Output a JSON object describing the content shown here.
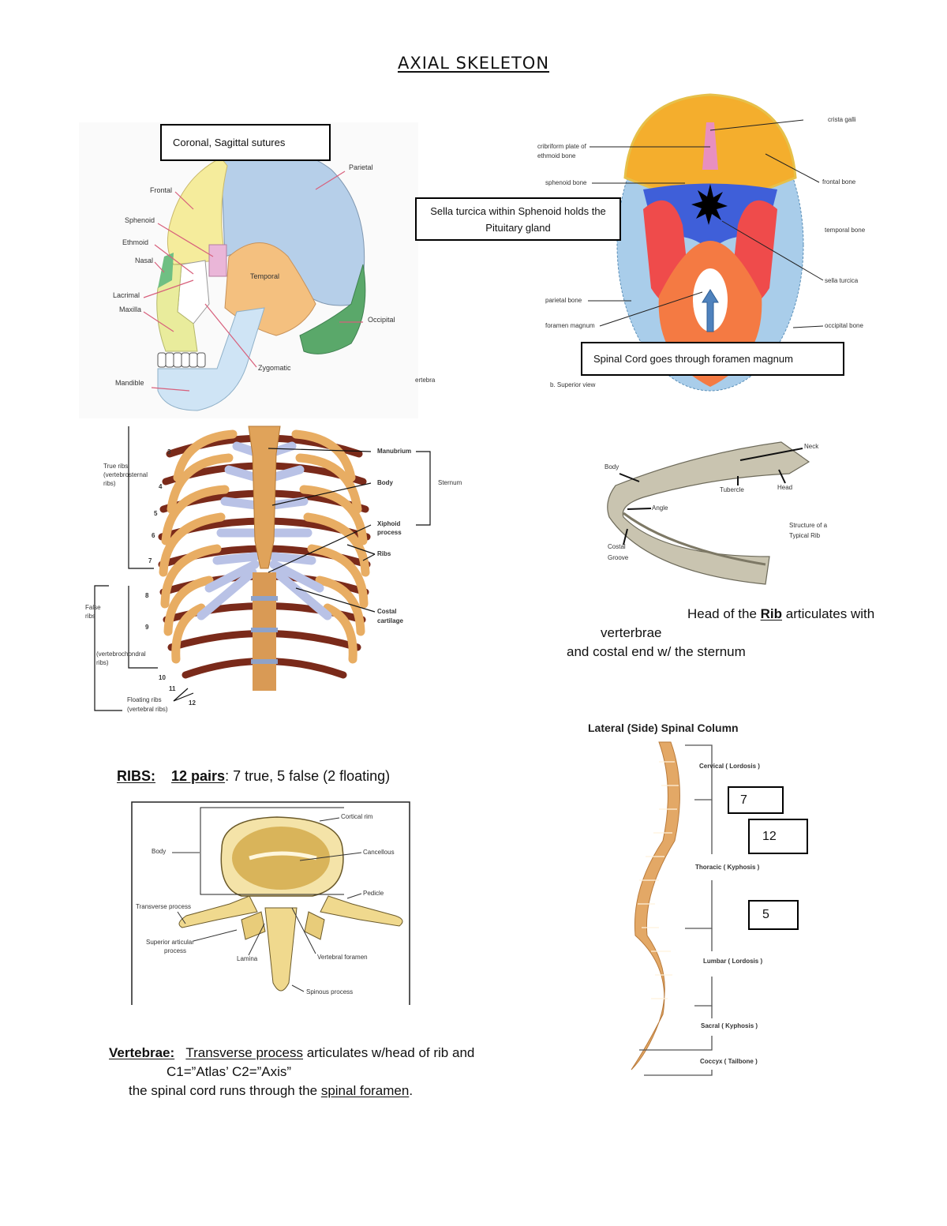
{
  "page": {
    "title": "AXIAL SKELETON"
  },
  "skull": {
    "callout": "Coronal, Sagittal sutures",
    "labels": {
      "frontal": "Frontal",
      "parietal": "Parietal",
      "sphenoid": "Sphenoid",
      "ethmoid": "Ethmoid",
      "nasal": "Nasal",
      "temporal": "Temporal",
      "lacrimal": "Lacrimal",
      "maxilla": "Maxilla",
      "occipital": "Occipital",
      "zygomatic": "Zygomatic",
      "mandible": "Mandible"
    },
    "stray_label": "ertebra"
  },
  "cranium": {
    "callout_sella": "Sella turcica within Sphenoid holds the Pituitary gland",
    "callout_spinal": "Spinal Cord goes through foramen magnum",
    "caption": "b. Superior view",
    "labels": {
      "crista_galli": "crista galli",
      "cribriform_1": "cribriform plate of",
      "cribriform_2": "ethmoid bone",
      "sphenoid": "sphenoid bone",
      "frontal": "frontal bone",
      "temporal": "temporal bone",
      "sella": "sella turcica",
      "parietal": "parietal bone",
      "foramen": "foramen magnum",
      "occipital": "occipital bone"
    }
  },
  "ribcage": {
    "labels": {
      "true_ribs_1": "True ribs",
      "true_ribs_2": "(vertebrosternal",
      "true_ribs_3": "ribs)",
      "false_ribs_1": "False",
      "false_ribs_2": "ribs",
      "vchond_1": "(vertebrochondral",
      "vchond_2": "ribs)",
      "floating_1": "Floating ribs",
      "floating_2": "(vertebral ribs)",
      "manubrium": "Manubrium",
      "body": "Body",
      "sternum": "Sternum",
      "xiphoid_1": "Xiphoid",
      "xiphoid_2": "process",
      "ribs": "Ribs",
      "costal_1": "Costal",
      "costal_2": "cartilage"
    },
    "rib_numbers": [
      "3",
      "4",
      "5",
      "6",
      "7",
      "8",
      "9",
      "10",
      "11",
      "12"
    ]
  },
  "rib": {
    "labels": {
      "neck": "Neck",
      "body": "Body",
      "tubercle": "Tubercle",
      "head": "Head",
      "angle": "Angle",
      "costal_1": "Costal",
      "costal_2": "Groove",
      "caption_1": "Structure of a",
      "caption_2": "Typical Rib"
    },
    "note": {
      "line1_pre": "Head of the ",
      "line1_bold": "Rib",
      "line1_post": " articulates with",
      "line2": "verterbrae",
      "line3": "and costal end w/ the sternum"
    }
  },
  "ribs_summary": {
    "label": "RIBS:",
    "pairs": "12 pairs",
    "rest": ": 7 true, 5 false (2 floating)"
  },
  "vertebra": {
    "labels": {
      "cortical_rim": "Cortical rim",
      "body": "Body",
      "cancellous": "Cancellous",
      "pedicle": "Pedicle",
      "transverse": "Transverse process",
      "superior_1": "Superior articular",
      "superior_2": "process",
      "lamina": "Lamina",
      "foramen": "Vertebral foramen",
      "spinous": "Spinous process"
    }
  },
  "vertebrae_note": {
    "label": "Vertebrae:",
    "underlined": "Transverse process",
    "rest": " articulates w/head of rib and",
    "line2": "C1=”Atlas’ C2=”Axis”",
    "line3_pre": "the spinal cord runs through the ",
    "line3_u": "spinal foramen",
    "line3_post": "."
  },
  "spine": {
    "title": "Lateral (Side) Spinal Column",
    "regions": [
      {
        "name": "Cervical ( Lordosis )",
        "count": "7"
      },
      {
        "name": "Thoracic ( Kyphosis )",
        "count": "12"
      },
      {
        "name": "Lumbar ( Lordosis )",
        "count": "5"
      },
      {
        "name": "Sacral ( Kyphosis )",
        "count": null
      },
      {
        "name": "Coccyx ( Tailbone )",
        "count": null
      }
    ]
  }
}
